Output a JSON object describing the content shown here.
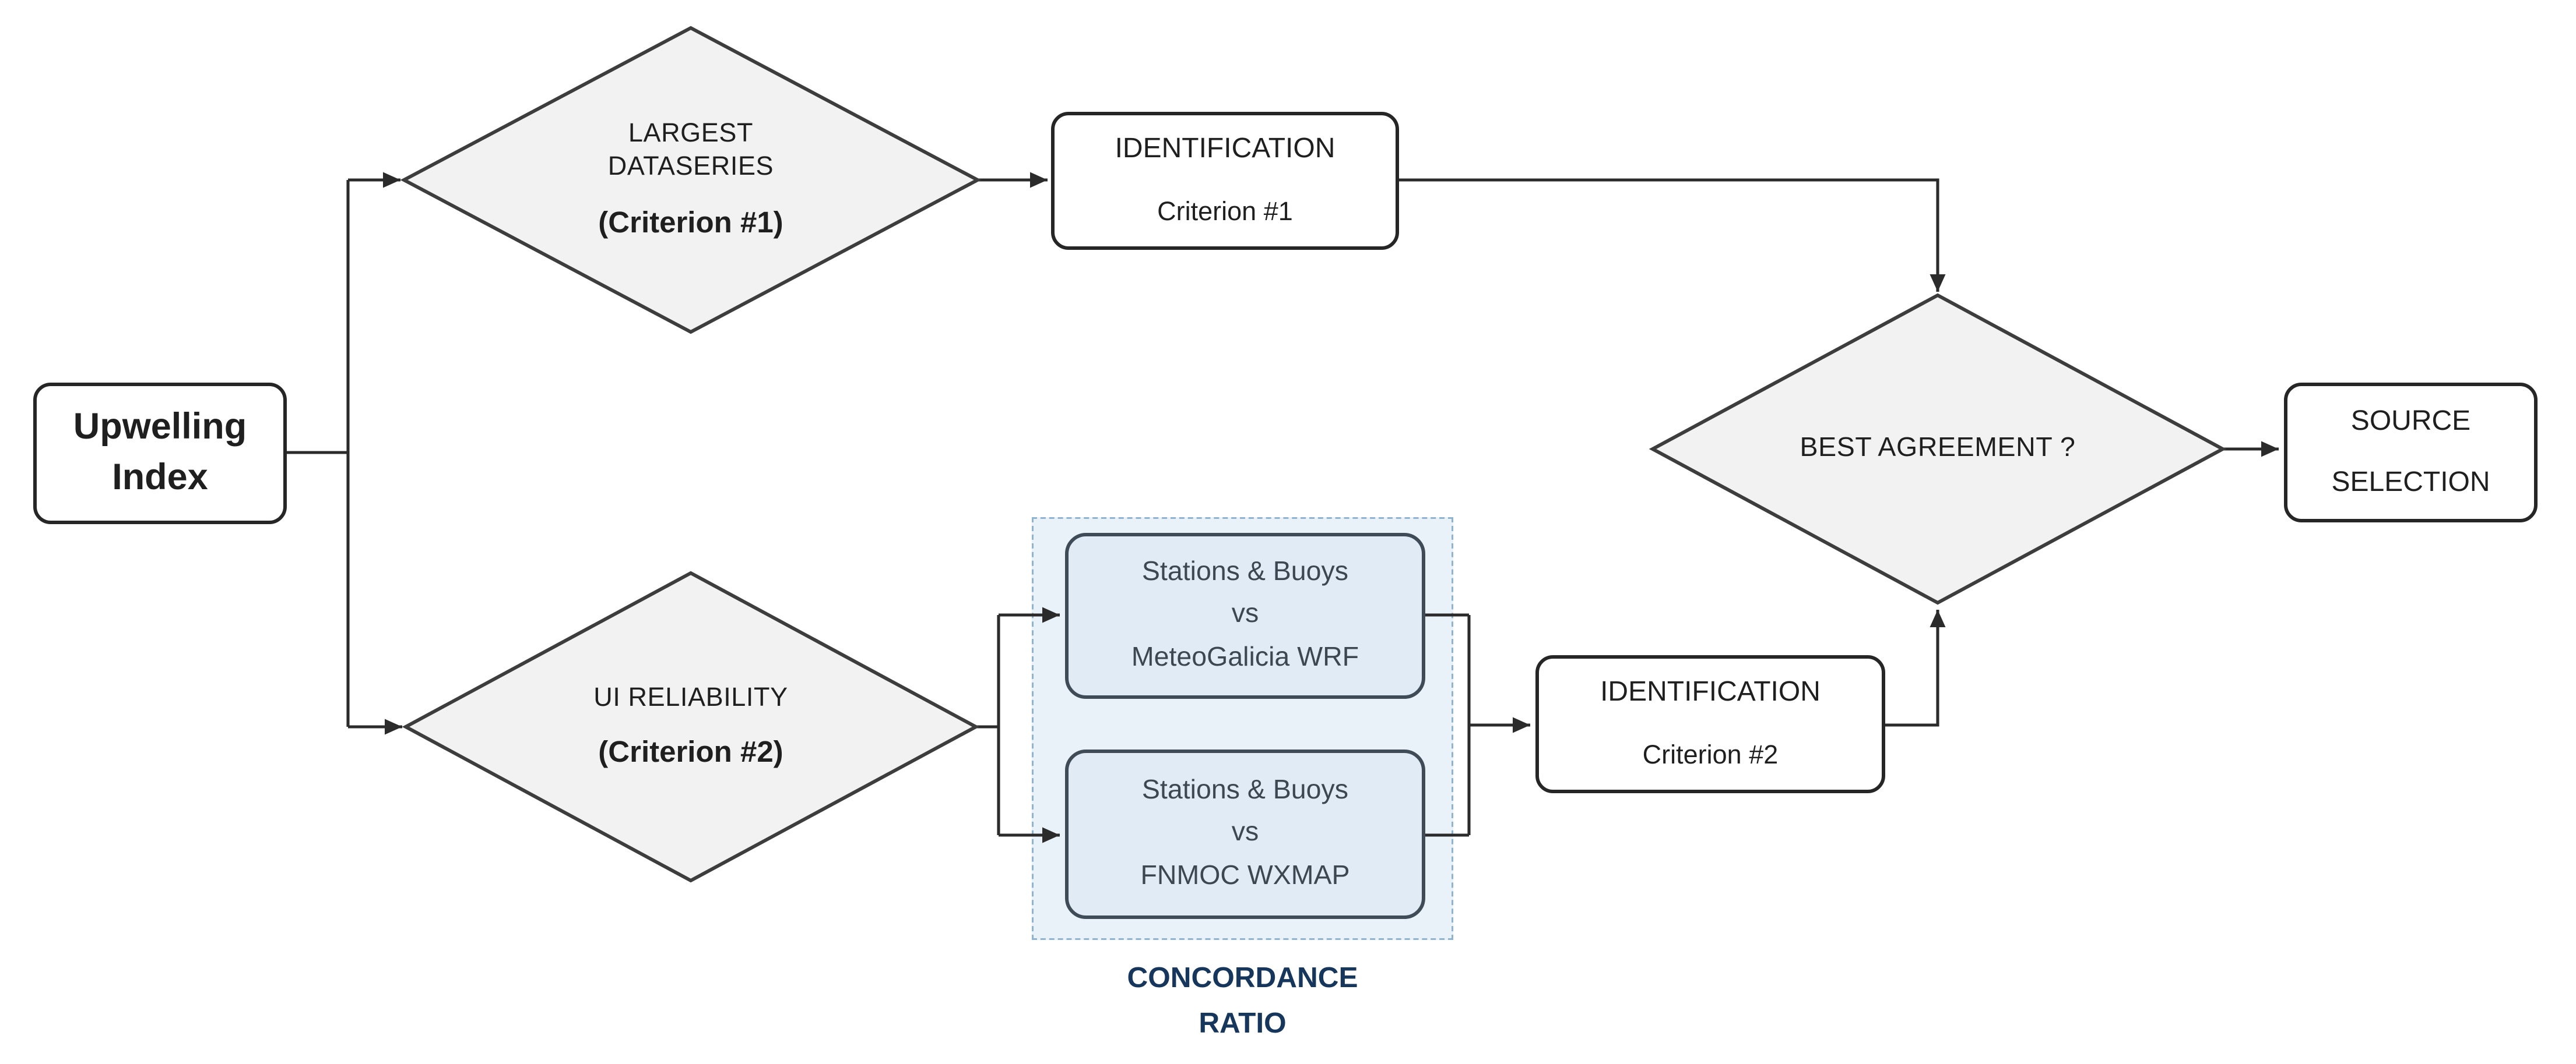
{
  "nodes": {
    "upwelling_index": {
      "lines": [
        "Upwelling",
        "Index"
      ]
    },
    "largest_dataseries": {
      "lines": [
        "LARGEST",
        "DATASERIES"
      ],
      "criterion": "(Criterion #1)"
    },
    "identification_1": {
      "title": "IDENTIFICATION",
      "subtitle": "Criterion #1"
    },
    "ui_reliability": {
      "label": "UI RELIABILITY",
      "criterion": "(Criterion #2)"
    },
    "stations_vs_meteogalicia": {
      "lines": [
        "Stations & Buoys",
        "vs",
        "MeteoGalicia WRF"
      ]
    },
    "stations_vs_fnmoc": {
      "lines": [
        "Stations & Buoys",
        "vs",
        "FNMOC WXMAP"
      ]
    },
    "concordance_ratio": {
      "lines": [
        "CONCORDANCE",
        "RATIO"
      ]
    },
    "identification_2": {
      "title": "IDENTIFICATION",
      "subtitle": "Criterion #2"
    },
    "best_agreement": {
      "label": "BEST AGREEMENT ?"
    },
    "source_selection": {
      "lines": [
        "SOURCE",
        "SELECTION"
      ]
    }
  },
  "colors": {
    "background": "#ffffff",
    "line": "#2b2b2b",
    "diamond_fill": "#f2f2f2",
    "diamond_border": "#3d3d3d",
    "box_fill": "#ffffff",
    "box_border": "#262626",
    "box_text": "#1f1f1f",
    "panel_fill": "#e9f1f9",
    "panel_border": "#8fb3d0",
    "panel_box_fill": "#e0ebf6",
    "panel_box_border": "#3f4c57",
    "panel_text": "#3c4752",
    "label_accent": "#16365c"
  }
}
